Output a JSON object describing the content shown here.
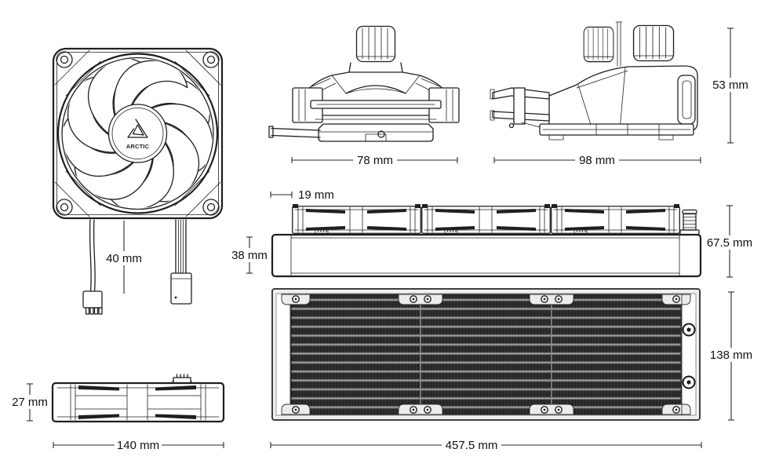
{
  "colors": {
    "ink": "#1f1f1f",
    "dim_text": "#111111",
    "radiator_fin_dark": "#262626",
    "radiator_tube_gray": "#a8a8a8",
    "radiator_frame_gray": "#3f3f3f",
    "background": "#ffffff"
  },
  "brand": {
    "logo_text": "ARCTIC"
  },
  "dims": {
    "fan_cable": "40 mm",
    "pump_width": "78 mm",
    "pump_depth": "98 mm",
    "pump_height": "53 mm",
    "fan_offset": "19 mm",
    "radiator_thickness": "38 mm",
    "total_height": "67.5 mm",
    "radiator_width": "138 mm",
    "fan_thickness": "27 mm",
    "fan_size": "140 mm",
    "radiator_length": "457.5 mm"
  }
}
